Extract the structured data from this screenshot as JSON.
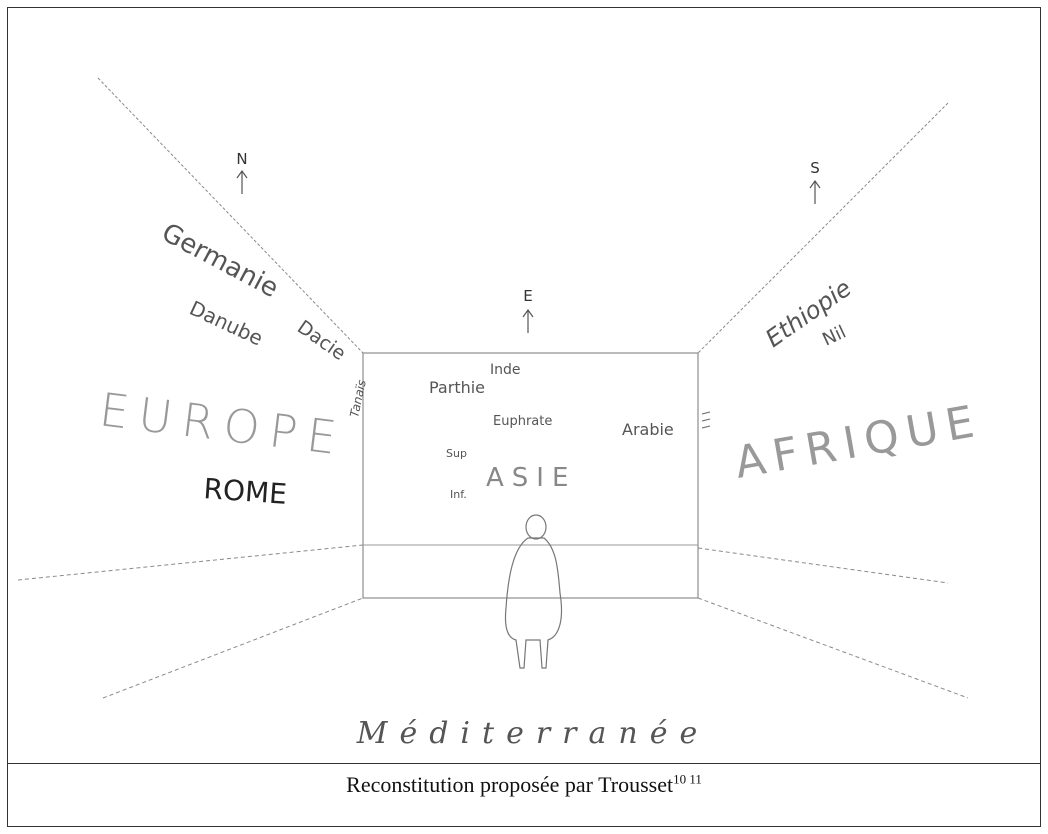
{
  "figure": {
    "compass": {
      "north": "N",
      "south": "S",
      "east": "E"
    },
    "left_wall": {
      "labels": [
        "Germanie",
        "Danube",
        "Dacie",
        "Tanaïs",
        "EUROPE",
        "ROME"
      ]
    },
    "back_wall": {
      "labels": [
        "Inde",
        "Parthie",
        "Euphrate",
        "Arabie",
        "Sup",
        "Inf.",
        "ASIE"
      ]
    },
    "right_wall": {
      "labels": [
        "Ethiopie",
        "Nil",
        "AFRIQUE"
      ]
    },
    "floor": {
      "label": "Méditerranée"
    }
  },
  "caption": {
    "text": "Reconstitution proposée par Trousset",
    "superscript": "10 11"
  }
}
